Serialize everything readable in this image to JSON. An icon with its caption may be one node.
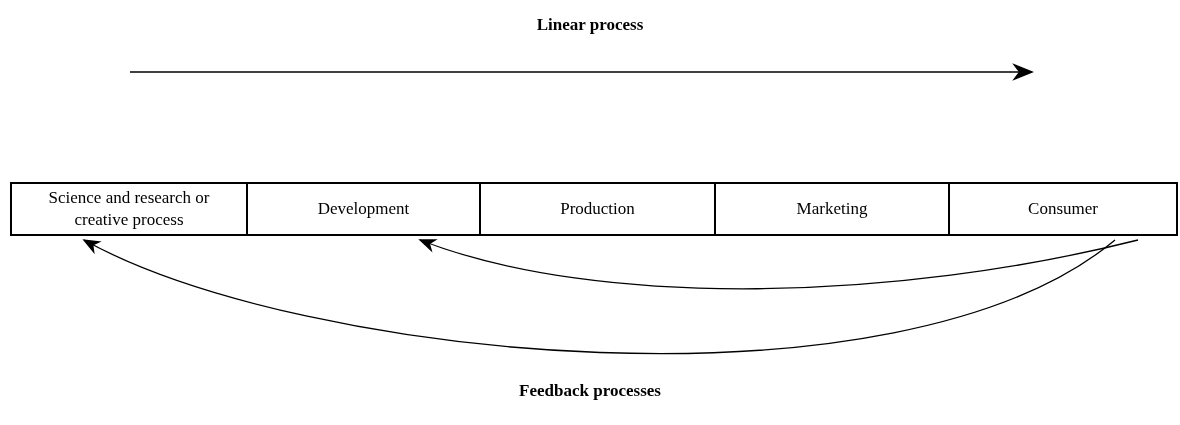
{
  "diagram": {
    "nodes": [
      {
        "text": [
          "Science and research or creative process"
        ]
      },
      {
        "text": [
          "Development"
        ]
      },
      {
        "text": [
          "Production"
        ]
      },
      {
        "text": [
          "Marketing"
        ]
      },
      {
        "text": [
          "Consumer"
        ]
      }
    ],
    "edges": [
      {
        "from": 4,
        "to": 1,
        "arrow": "to"
      },
      {
        "from": 4,
        "to": 0,
        "arrow": "to"
      }
    ],
    "labels": [
      "Linear process",
      "Feedback processes"
    ]
  }
}
